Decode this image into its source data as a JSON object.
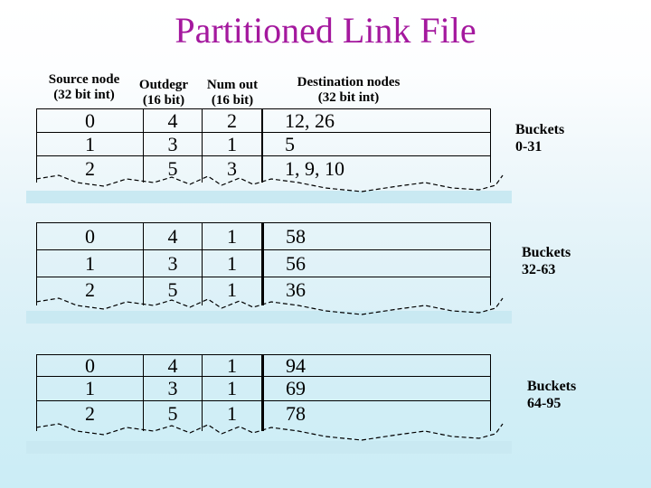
{
  "slide": {
    "title": "Partitioned Link File",
    "title_color": "#a4189e",
    "background_top_color": "#ffffff",
    "background_bottom_color": "#cbedf6",
    "shadow_strip_color": "#c9e9f2"
  },
  "columns": [
    {
      "label": "Source node",
      "sub": "(32 bit int)"
    },
    {
      "label": "Outdegr",
      "sub": "(16 bit)"
    },
    {
      "label": "Num out",
      "sub": "(16 bit)"
    },
    {
      "label": "Destination nodes",
      "sub": "(32 bit int)"
    }
  ],
  "partitions": [
    {
      "bucket_label": "Buckets",
      "bucket_range": "0-31",
      "rows": [
        [
          "0",
          "4",
          "2",
          "12, 26"
        ],
        [
          "1",
          "3",
          "1",
          "5"
        ],
        [
          "2",
          "5",
          "3",
          "1, 9, 10"
        ]
      ]
    },
    {
      "bucket_label": "Buckets",
      "bucket_range": "32-63",
      "rows": [
        [
          "0",
          "4",
          "1",
          "58"
        ],
        [
          "1",
          "3",
          "1",
          "56"
        ],
        [
          "2",
          "5",
          "1",
          "36"
        ]
      ]
    },
    {
      "bucket_label": "Buckets",
      "bucket_range": "64-95",
      "rows": [
        [
          "0",
          "4",
          "1",
          "94"
        ],
        [
          "1",
          "3",
          "1",
          "69"
        ],
        [
          "2",
          "5",
          "1",
          "78"
        ]
      ]
    }
  ]
}
